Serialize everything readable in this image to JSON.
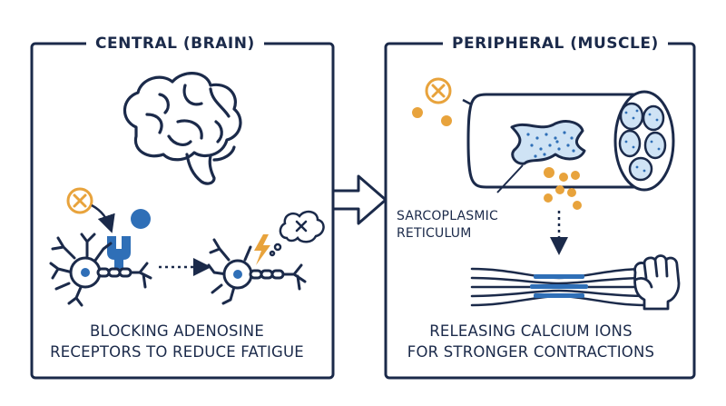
{
  "panels": {
    "left": {
      "title": "CENTRAL (BRAIN)",
      "caption_line1": "BLOCKING ADENOSINE",
      "caption_line2": "RECEPTORS TO REDUCE FATIGUE"
    },
    "right": {
      "title": "PERIPHERAL (MUSCLE)",
      "callout_line1": "SARCOPLASMIC",
      "callout_line2": "RETICULUM",
      "caption_line1": "RELEASING CALCIUM IONS",
      "caption_line2": "FOR STRONGER CONTRACTIONS"
    }
  },
  "icons": [
    "brain-icon",
    "blocked-molecule-icon",
    "adenosine-receptor-icon",
    "adenosine-molecule-icon",
    "neuron-icon",
    "lightning-icon",
    "thought-cloud-icon",
    "muscle-fiber-icon",
    "calcium-ion-icon",
    "myofibril-icon",
    "fist-icon"
  ],
  "colors": {
    "navy": "#1b2a4a",
    "orange": "#e8a33c",
    "blue": "#2f6fb7",
    "light_blue": "#cfe3f5"
  }
}
